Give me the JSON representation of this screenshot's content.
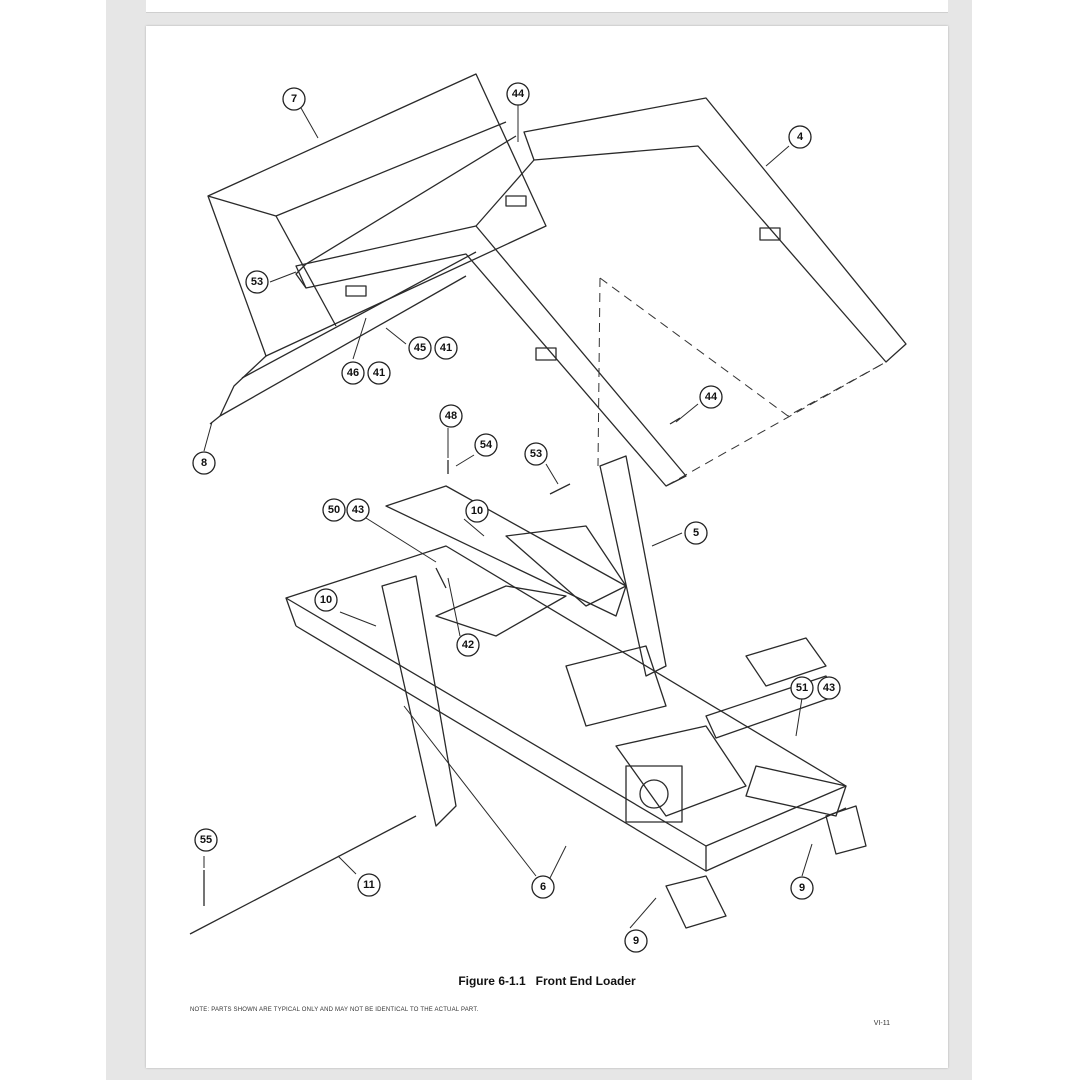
{
  "figure": {
    "caption": "Figure 6-1.1   Front End Loader",
    "note": "NOTE: PARTS SHOWN ARE TYPICAL ONLY AND MAY NOT BE IDENTICAL TO THE ACTUAL PART.",
    "page_number": "VI-11"
  },
  "callouts": [
    "7",
    "44",
    "4",
    "53",
    "45",
    "41",
    "46",
    "41",
    "8",
    "44",
    "48",
    "54",
    "53",
    "50",
    "43",
    "10",
    "5",
    "10",
    "42",
    "51",
    "43",
    "55",
    "11",
    "6",
    "9",
    "9"
  ]
}
